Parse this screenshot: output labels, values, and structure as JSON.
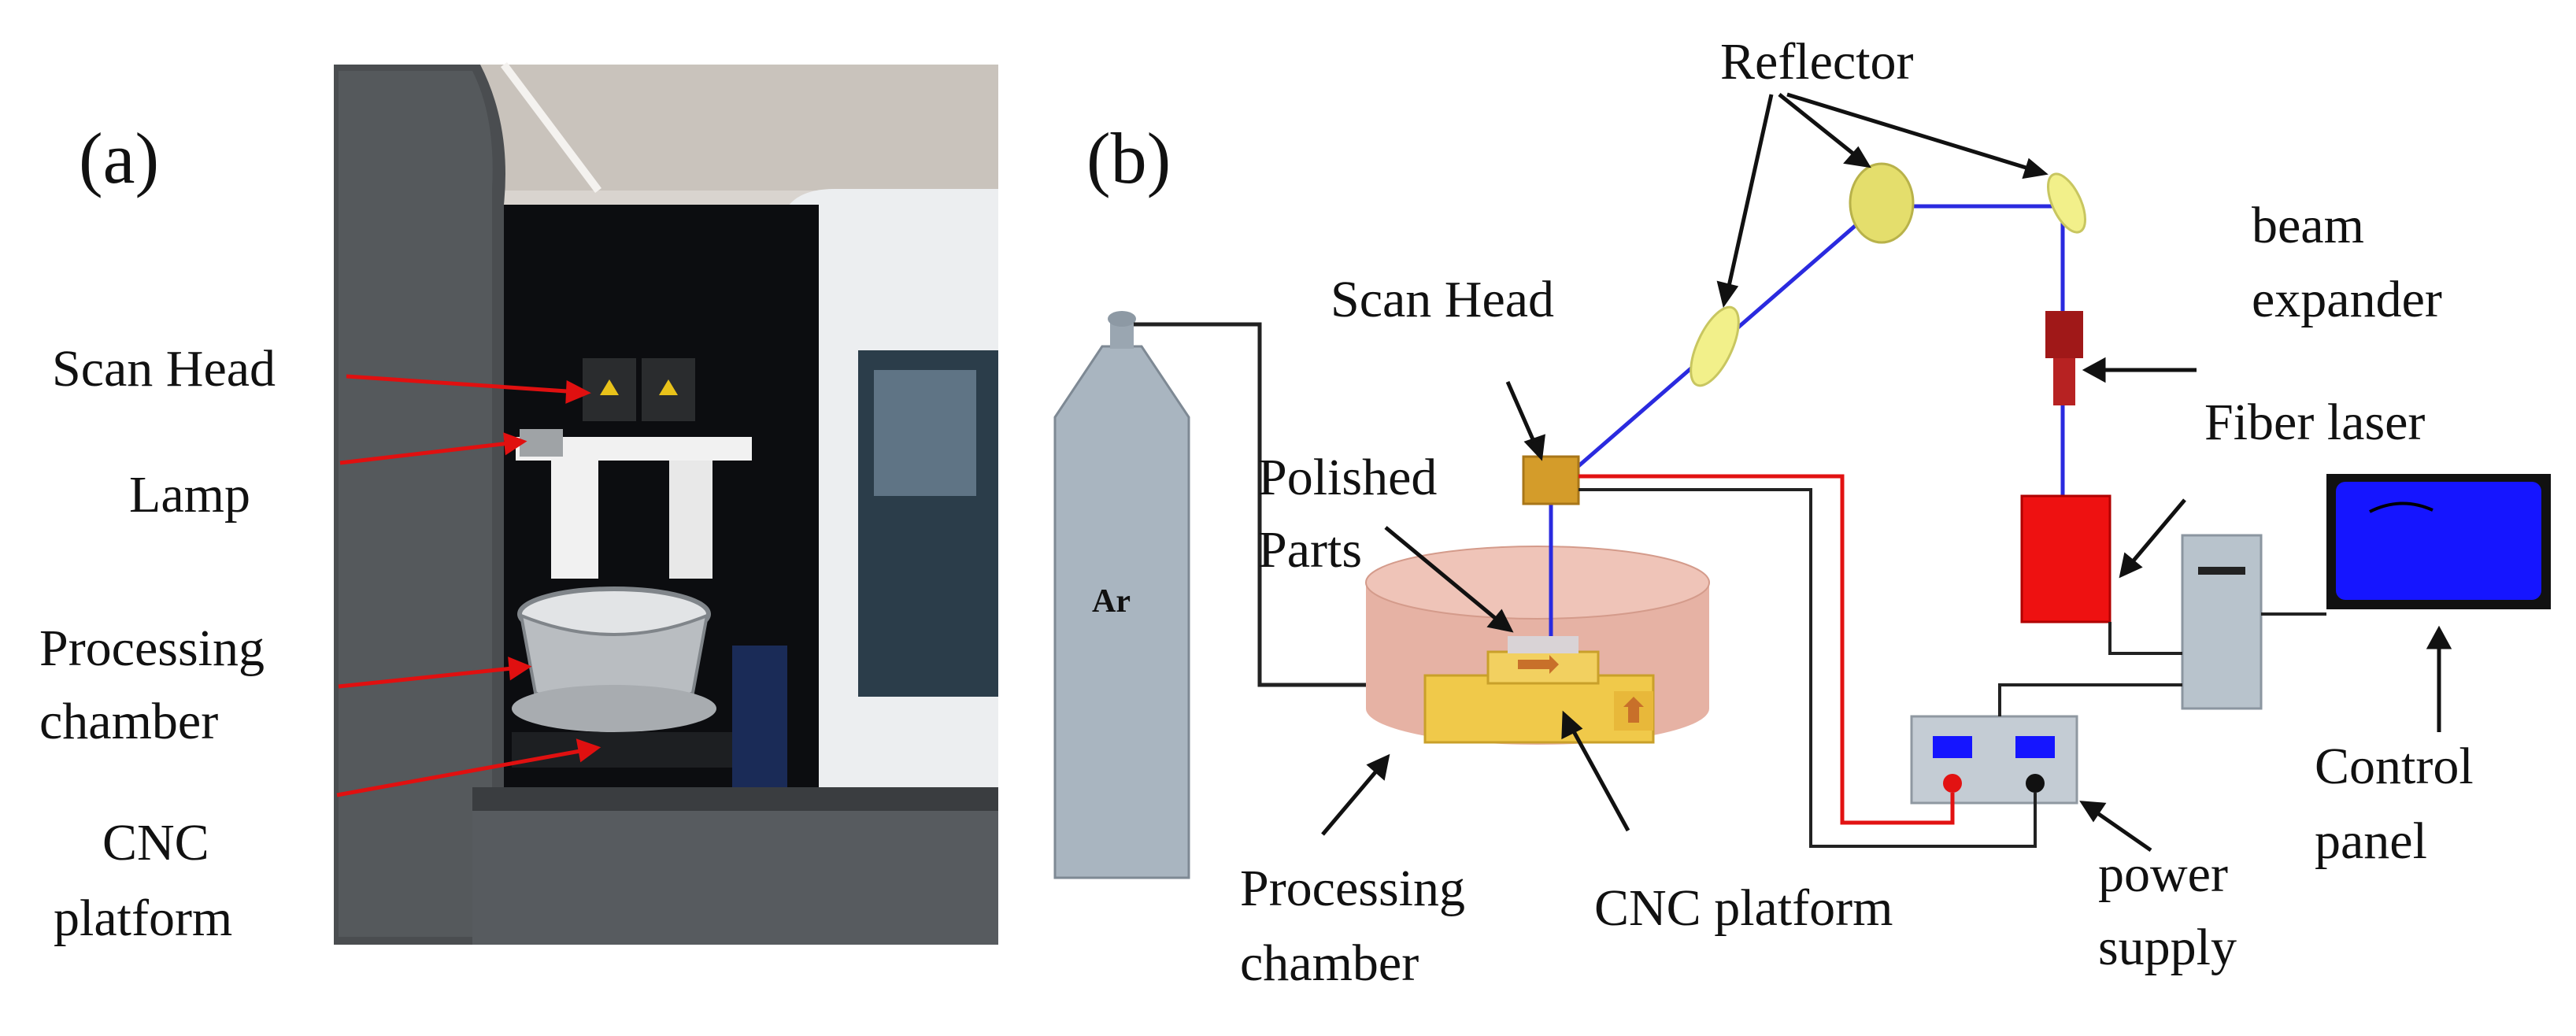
{
  "panel_a": {
    "tag": "(a)",
    "labels": {
      "scan_head": "Scan Head",
      "lamp": "Lamp",
      "processing_line1": "Processing",
      "processing_line2": "chamber",
      "cnc_line1": "CNC",
      "cnc_line2": "platform"
    },
    "photo_colors": {
      "cabinet": "#4a4d50",
      "interior": "#0c0d10",
      "white_frame": "#eceef0",
      "bowl": "#b9bdc1",
      "window": "#2b3d4a"
    }
  },
  "panel_b": {
    "tag": "(b)",
    "labels": {
      "reflector": "Reflector",
      "scan_head": "Scan Head",
      "beam_line1": "beam",
      "beam_line2": "expander",
      "fiber_laser": "Fiber laser",
      "polished_line1": "Polished",
      "polished_line2": "Parts",
      "argon": "Ar",
      "processing_line1": "Processing",
      "processing_line2": "chamber",
      "cnc_platform": "CNC platform",
      "power_line1": "power",
      "power_line2": "supply",
      "control_line1": "Control",
      "control_line2": "panel"
    },
    "colors": {
      "beam": "#2a2adf",
      "power_cable": "#e21212",
      "cable": "#222222",
      "annotation_arrow": "#e01010",
      "reflector": "#f2f08a",
      "scan_head": "#d49c2a",
      "beam_expander": "#a01818",
      "fiber_laser": "#ee1111",
      "chamber": "#e6b2a4",
      "cnc_platform": "#f0c94a",
      "cylinder": "#a9b5c0",
      "power_supply": "#c4ccd4",
      "monitor_screen": "#1515ff"
    }
  }
}
